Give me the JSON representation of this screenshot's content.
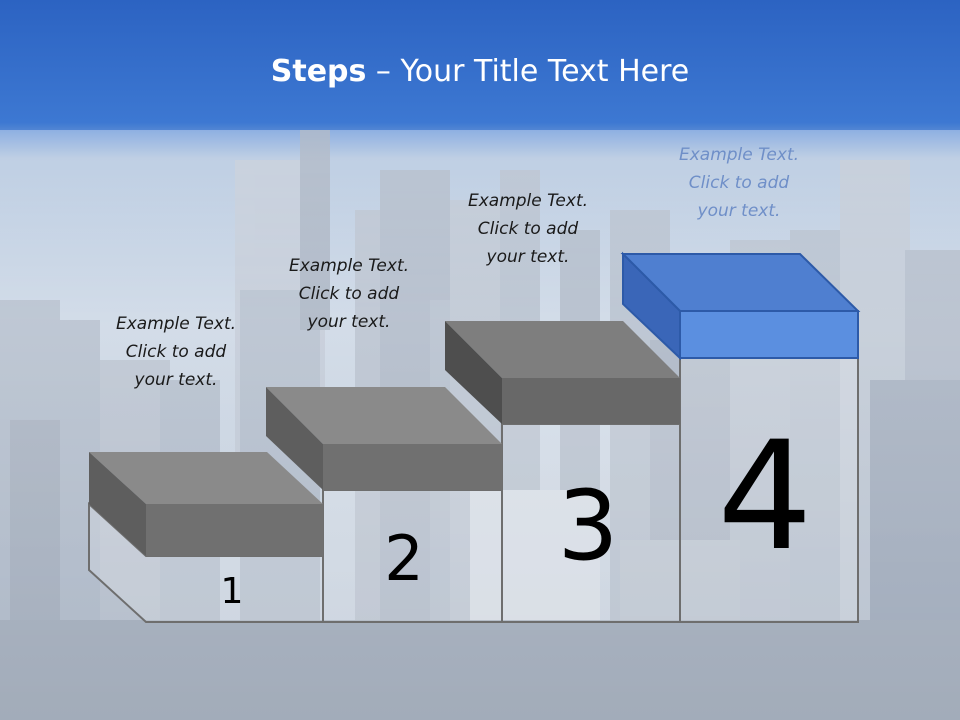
{
  "slide": {
    "title_bold": "Steps",
    "title_rest": " – Your Title Text Here"
  },
  "steps": [
    {
      "number": "1",
      "text_lines": [
        "Example Text.",
        "Click  to add",
        "your text."
      ]
    },
    {
      "number": "2",
      "text_lines": [
        "Example Text.",
        "Click  to add",
        "your text."
      ]
    },
    {
      "number": "3",
      "text_lines": [
        "Example Text.",
        "Click  to add",
        "your text."
      ]
    },
    {
      "number": "4",
      "text_lines": [
        "Example Text.",
        "Click  to add",
        "your text."
      ]
    }
  ],
  "colors": {
    "header_blue": "#2f68c4",
    "block_gray_top": "#8a8a8a",
    "block_gray_front": "#707070",
    "block_gray_side": "#5e5e5e",
    "block_blue_top": "#4f7fd0",
    "block_blue_front": "#5b8fe0",
    "block_blue_side": "#3a66b8",
    "accent_text": "#6f8fc8"
  }
}
